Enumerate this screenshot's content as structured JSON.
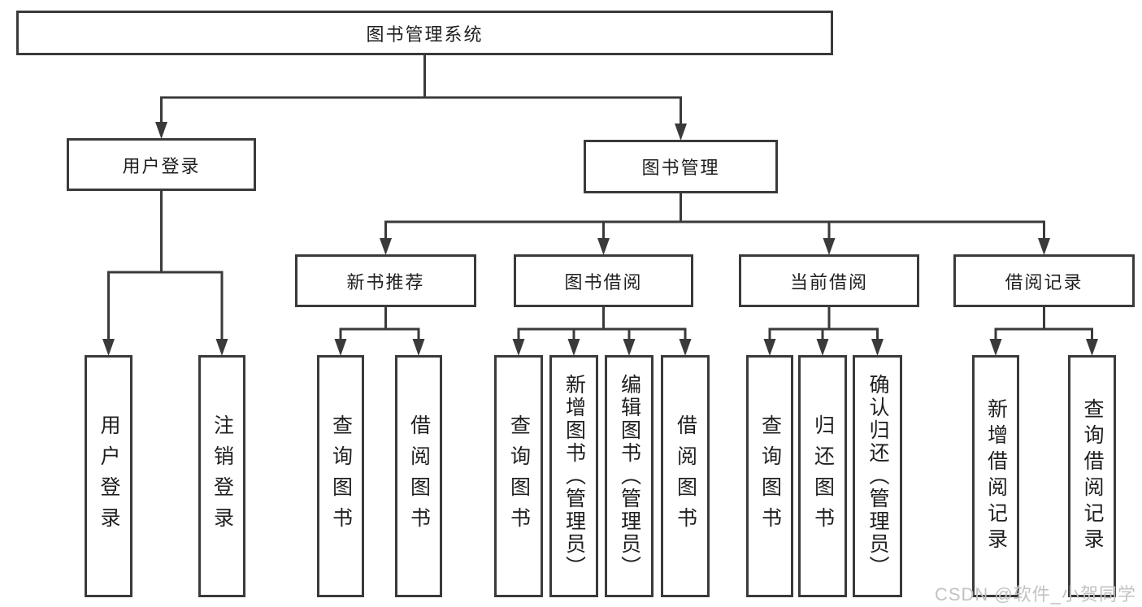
{
  "diagram": {
    "root": {
      "label": "图书管理系统"
    },
    "level2": {
      "user_login": {
        "label": "用户登录"
      },
      "book_mgmt": {
        "label": "图书管理"
      }
    },
    "level3": {
      "new_book": {
        "label": "新书推荐"
      },
      "book_borrow": {
        "label": "图书借阅"
      },
      "current_borrow": {
        "label": "当前借阅"
      },
      "borrow_records": {
        "label": "借阅记录"
      }
    },
    "leaves": {
      "user_login_leaf": {
        "label": "用户登录"
      },
      "logout": {
        "label": "注销登录"
      },
      "nb_query": {
        "label": "查询图书"
      },
      "nb_borrow": {
        "label": "借阅图书"
      },
      "bb_query": {
        "label": "查询图书"
      },
      "bb_add": {
        "label": "新增图书（管理员）"
      },
      "bb_edit": {
        "label": "编辑图书（管理员）"
      },
      "bb_borrow": {
        "label": "借阅图书"
      },
      "cb_query": {
        "label": "查询图书"
      },
      "cb_return": {
        "label": "归还图书"
      },
      "cb_confirm": {
        "label": "确认归还（管理员）"
      },
      "br_add": {
        "label": "新增借阅记录"
      },
      "br_query": {
        "label": "查询借阅记录"
      }
    }
  },
  "watermark": "CSDN @软件_小贺同学",
  "colors": {
    "line": "#3a3a3a",
    "text": "#1f1f1f",
    "background": "#ffffff",
    "watermark": "#c2c2c2"
  }
}
